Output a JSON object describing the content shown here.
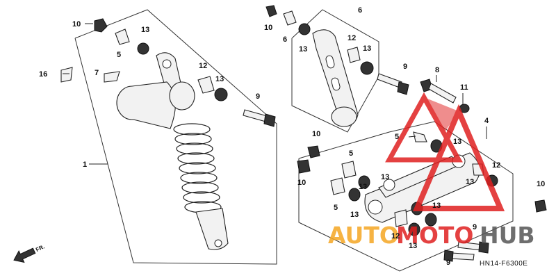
{
  "diagram": {
    "code": "HN14-F6300E",
    "direction_label": "FR.",
    "watermark": {
      "text_1": "AUTO",
      "text_2": "MOTO",
      "text_3": "HUB",
      "color_orange": "#f5a623",
      "color_red": "#e02020",
      "color_gray": "#555555"
    },
    "callouts": [
      {
        "id": "c10a",
        "text": "10"
      },
      {
        "id": "c5a",
        "text": "5"
      },
      {
        "id": "c13a",
        "text": "13"
      },
      {
        "id": "c16",
        "text": "16"
      },
      {
        "id": "c7",
        "text": "7"
      },
      {
        "id": "c12a",
        "text": "12"
      },
      {
        "id": "c13b",
        "text": "13"
      },
      {
        "id": "c9a",
        "text": "9"
      },
      {
        "id": "c1",
        "text": "1"
      },
      {
        "id": "c10b",
        "text": "10"
      },
      {
        "id": "c6a",
        "text": "6"
      },
      {
        "id": "c13c",
        "text": "13"
      },
      {
        "id": "c6b",
        "text": "6"
      },
      {
        "id": "c12b",
        "text": "12"
      },
      {
        "id": "c13d",
        "text": "13"
      },
      {
        "id": "c9b",
        "text": "9"
      },
      {
        "id": "c8",
        "text": "8"
      },
      {
        "id": "c11",
        "text": "11"
      },
      {
        "id": "c5b",
        "text": "5"
      },
      {
        "id": "c13e",
        "text": "13"
      },
      {
        "id": "c4",
        "text": "4"
      },
      {
        "id": "c10c",
        "text": "10"
      },
      {
        "id": "c5c",
        "text": "5"
      },
      {
        "id": "c10d",
        "text": "10"
      },
      {
        "id": "c13f",
        "text": "13"
      },
      {
        "id": "c5d",
        "text": "5"
      },
      {
        "id": "c13g",
        "text": "13"
      },
      {
        "id": "c12c",
        "text": "12"
      },
      {
        "id": "c13h",
        "text": "13"
      },
      {
        "id": "c10e",
        "text": "10"
      },
      {
        "id": "c13i",
        "text": "13"
      },
      {
        "id": "c13j",
        "text": "13"
      },
      {
        "id": "c12d",
        "text": "12"
      },
      {
        "id": "c13k",
        "text": "13"
      },
      {
        "id": "c9c",
        "text": "9"
      },
      {
        "id": "c9d",
        "text": "9"
      }
    ]
  }
}
